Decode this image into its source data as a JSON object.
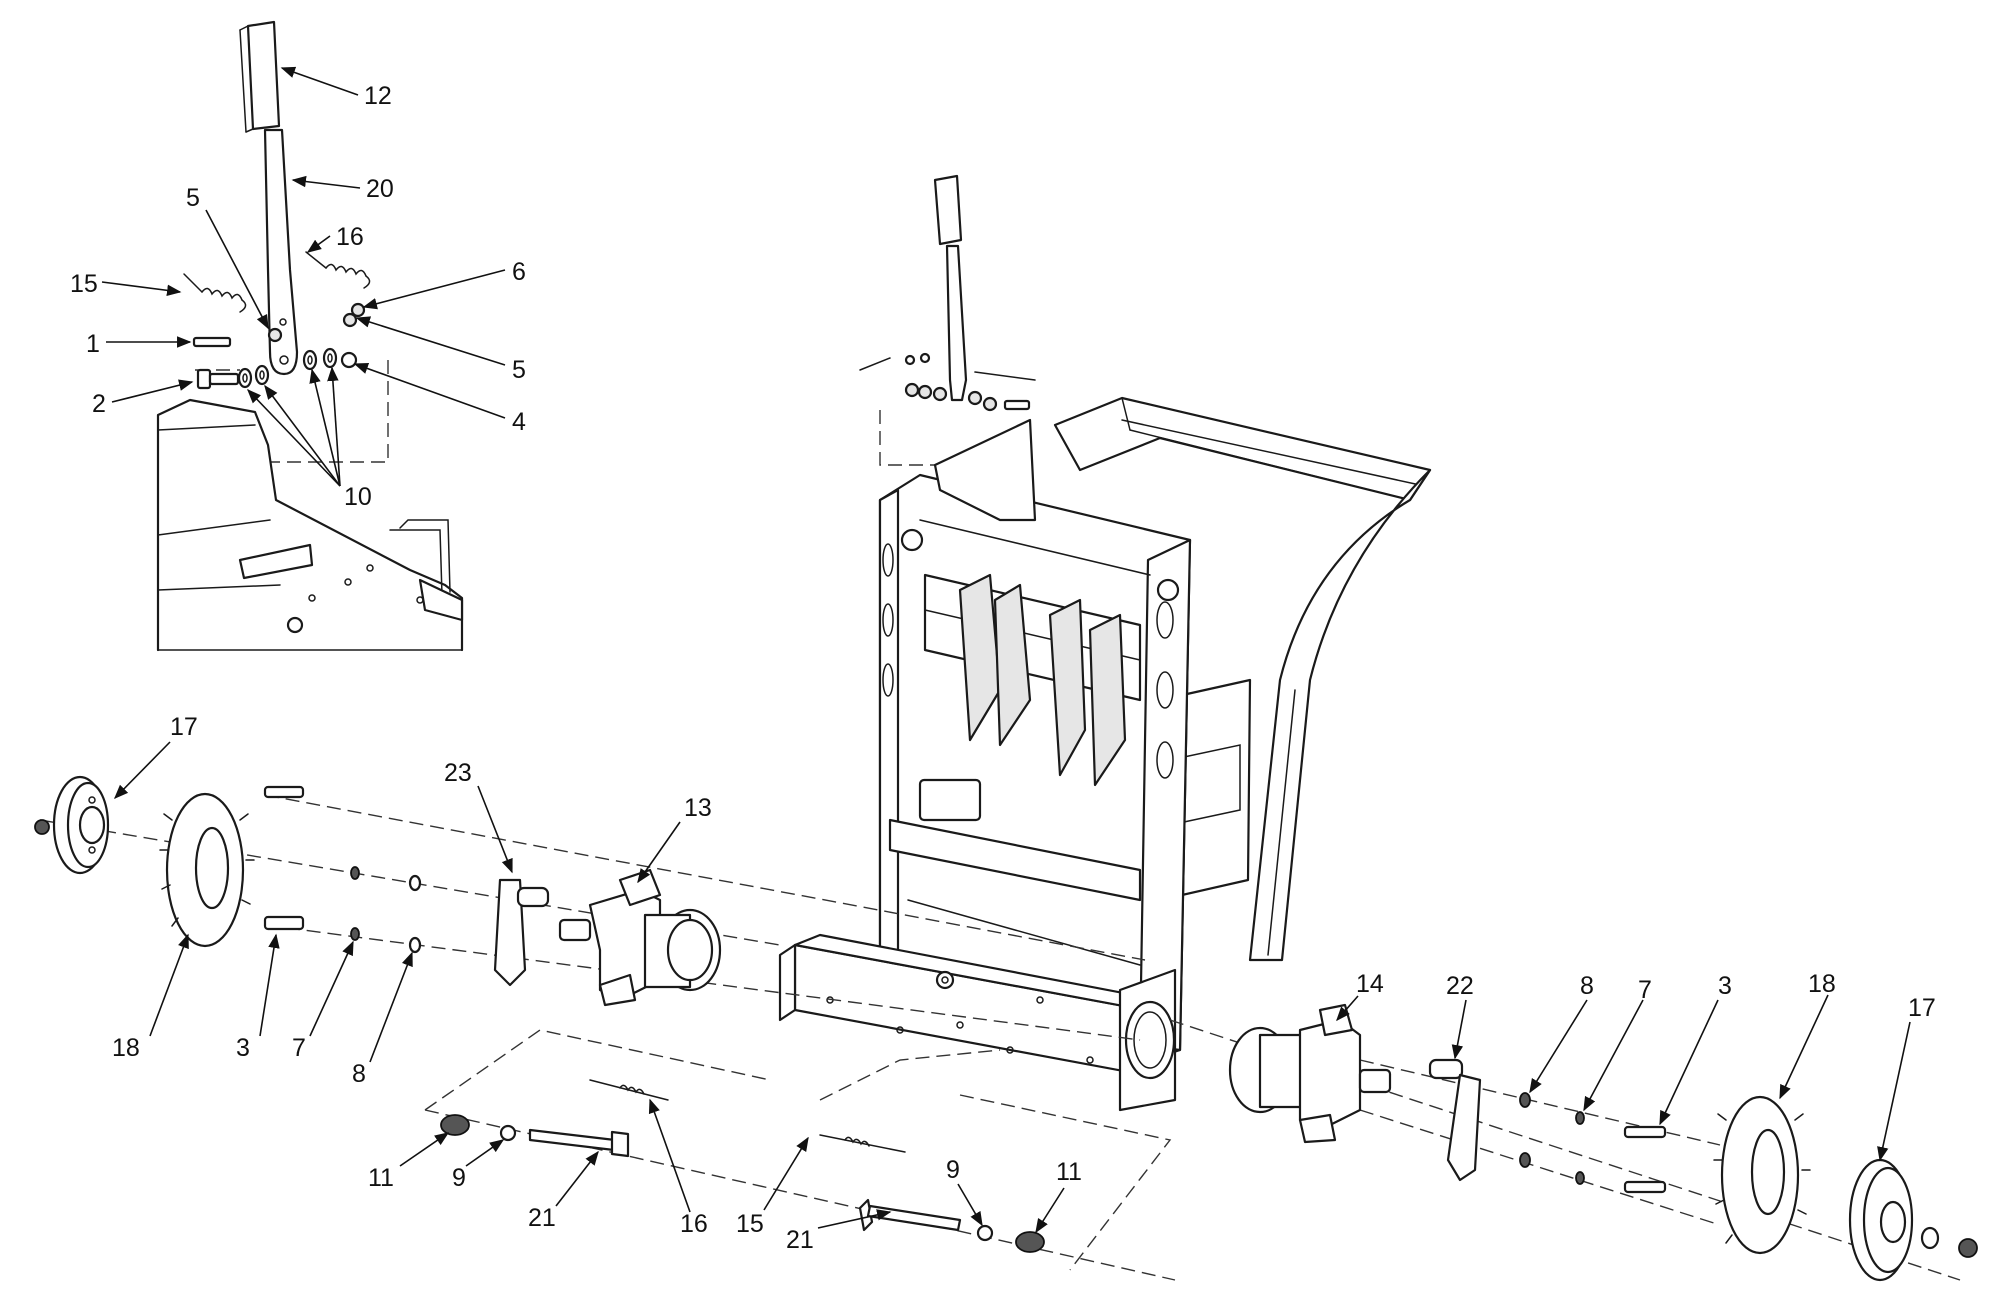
{
  "diagram": {
    "callouts": [
      {
        "id": "c12",
        "text": "12"
      },
      {
        "id": "c20",
        "text": "20"
      },
      {
        "id": "c5a",
        "text": "5"
      },
      {
        "id": "c16a",
        "text": "16"
      },
      {
        "id": "c6",
        "text": "6"
      },
      {
        "id": "c15a",
        "text": "15"
      },
      {
        "id": "c1",
        "text": "1"
      },
      {
        "id": "c5b",
        "text": "5"
      },
      {
        "id": "c2",
        "text": "2"
      },
      {
        "id": "c4",
        "text": "4"
      },
      {
        "id": "c10",
        "text": "10"
      },
      {
        "id": "c17a",
        "text": "17"
      },
      {
        "id": "c23",
        "text": "23"
      },
      {
        "id": "c13",
        "text": "13"
      },
      {
        "id": "c18a",
        "text": "18"
      },
      {
        "id": "c3a",
        "text": "3"
      },
      {
        "id": "c7a",
        "text": "7"
      },
      {
        "id": "c8a",
        "text": "8"
      },
      {
        "id": "c14",
        "text": "14"
      },
      {
        "id": "c22",
        "text": "22"
      },
      {
        "id": "c8b",
        "text": "8"
      },
      {
        "id": "c7b",
        "text": "7"
      },
      {
        "id": "c3b",
        "text": "3"
      },
      {
        "id": "c18b",
        "text": "18"
      },
      {
        "id": "c17b",
        "text": "17"
      },
      {
        "id": "c11a",
        "text": "11"
      },
      {
        "id": "c9a",
        "text": "9"
      },
      {
        "id": "c21a",
        "text": "21"
      },
      {
        "id": "c16b",
        "text": "16"
      },
      {
        "id": "c15b",
        "text": "15"
      },
      {
        "id": "c21b",
        "text": "21"
      },
      {
        "id": "c9b",
        "text": "9"
      },
      {
        "id": "c11b",
        "text": "11"
      }
    ]
  }
}
